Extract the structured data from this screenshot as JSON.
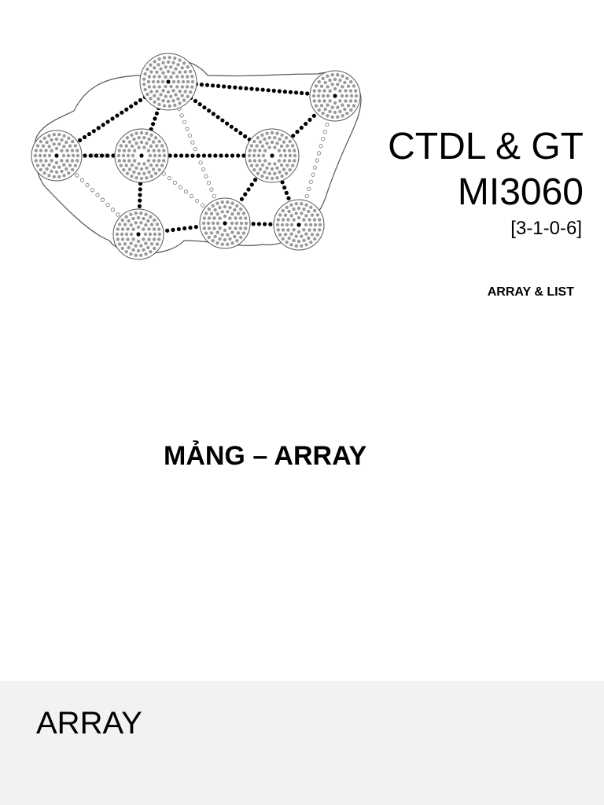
{
  "slide1": {
    "title_line1": "CTDL & GT",
    "title_line2": "MI3060",
    "credits": "[3-1-0-6]",
    "subtitle": "ARRAY & LIST"
  },
  "slide2": {
    "heading": "MẢNG – ARRAY"
  },
  "slide3": {
    "title": "ARRAY"
  },
  "colors": {
    "node_fill": "#9a9a9a",
    "edge_dot": "#000000",
    "outline": "#555555",
    "footer_bg": "#f2f2f2"
  }
}
